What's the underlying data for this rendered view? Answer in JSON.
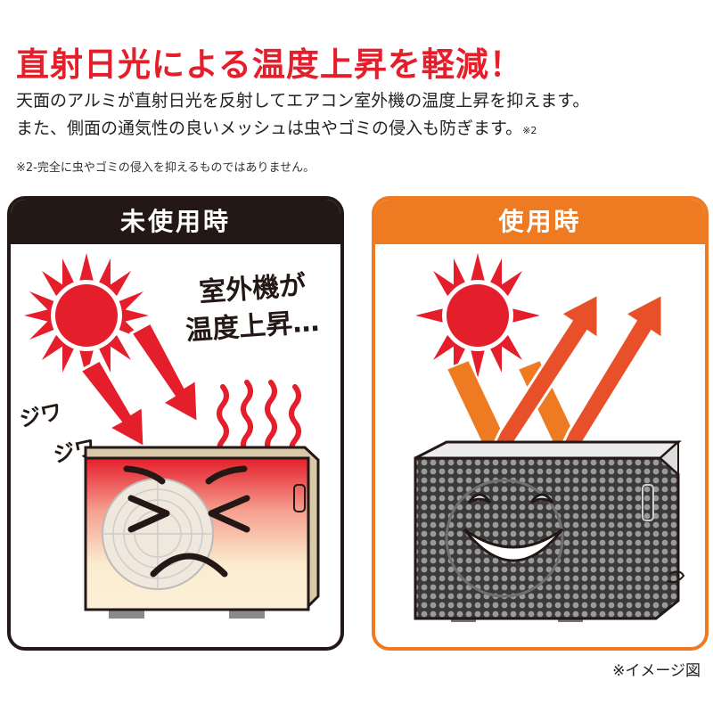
{
  "headline": "直射日光による温度上昇を軽減！",
  "description": {
    "line1": "天面のアルミが直射日光を反射してエアコン室外機の温度上昇を抑えます。",
    "line2": "また、側面の通気性の良いメッシュは虫やゴミの侵入も防ぎます。",
    "footnote_mark": "※2"
  },
  "note": "※2-完全に虫やゴミの侵入を抑えるものではありません。",
  "panel_before": {
    "title": "未使用時",
    "bubble_line1": "室外機が",
    "bubble_line2": "温度上昇…",
    "sound1": "ジワ",
    "sound2": "ジワ"
  },
  "panel_after": {
    "title": "使用時"
  },
  "caption": "※イメージ図",
  "colors": {
    "headline": "#e51e2b",
    "before_border": "#231815",
    "after_border": "#ee7a22",
    "sun": "#e51e2b",
    "reflect_arrow": "#e8502a"
  }
}
